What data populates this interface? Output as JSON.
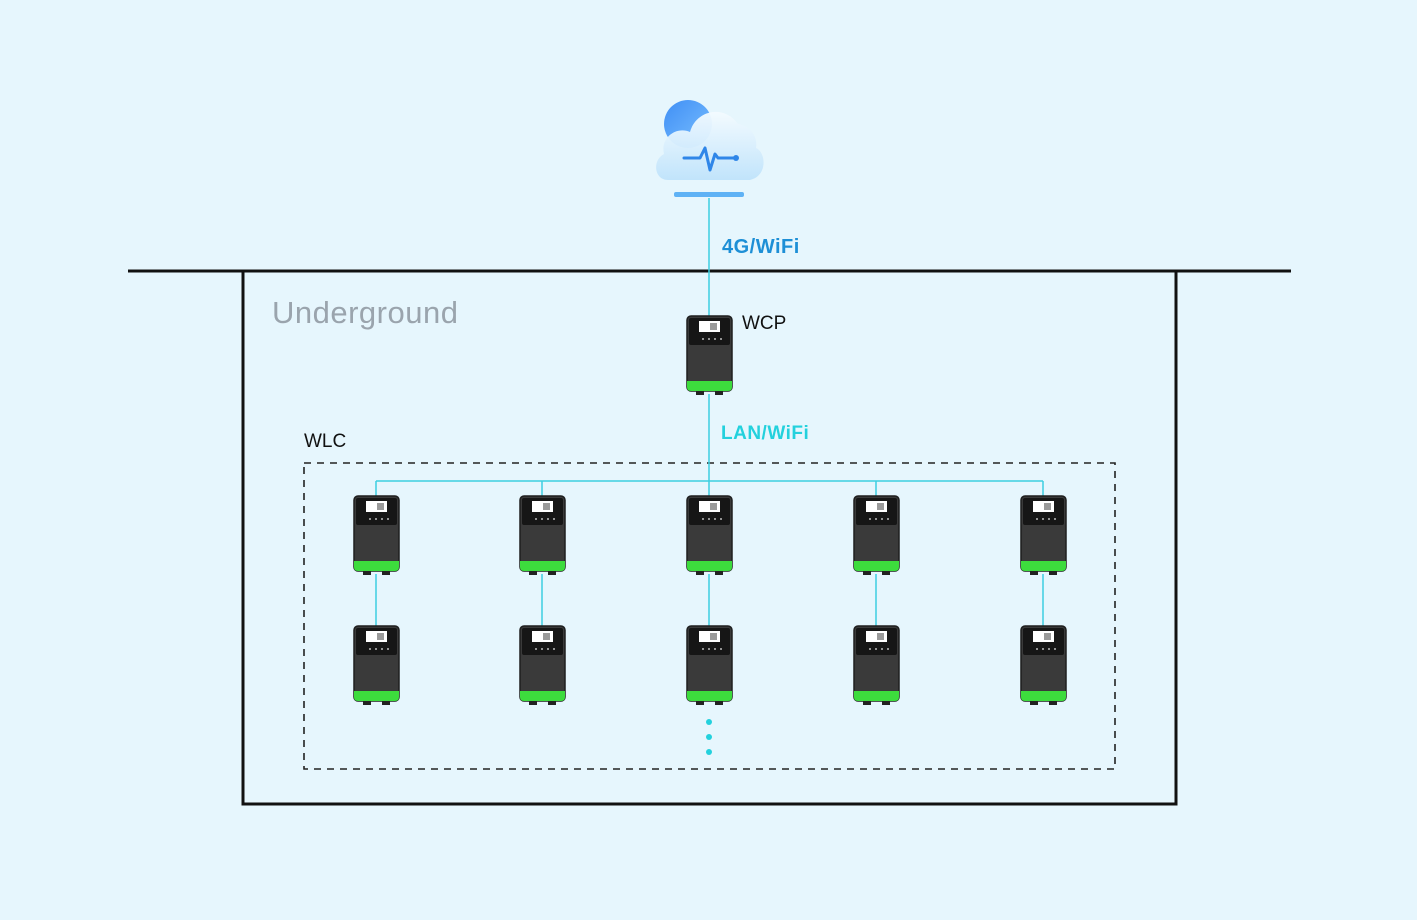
{
  "diagram": {
    "zone_label": "Underground",
    "uplink_label": "4G/WiFi",
    "lan_label": "LAN/WiFi",
    "master_label": "WCP",
    "group_label": "WLC"
  },
  "colors": {
    "background": "#e6f6fd",
    "uplink_text": "#1d8fd6",
    "lan_text": "#23d1dd",
    "link_line": "#3dcfe0",
    "charger_body": "#3a3a3a",
    "charger_accent": "#3ddc3d",
    "boundary": "#111111"
  },
  "icons": {
    "cloud": "cloud-monitor-icon",
    "charger": "ev-charger-icon"
  },
  "chargers": {
    "master": {
      "name": "WCP"
    },
    "rows": 2,
    "columns": 5
  }
}
